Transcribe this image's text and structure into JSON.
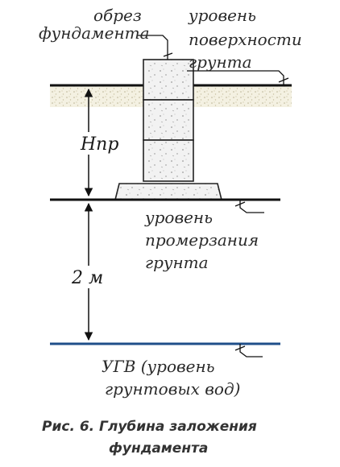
{
  "labels": {
    "footing_top_line1": "обрез",
    "footing_top_line2": "фундамента",
    "surface_line1": "уровень",
    "surface_line2": "поверхности",
    "surface_line3": "грунта",
    "freeze_line1": "уровень",
    "freeze_line2": "промерзания",
    "freeze_line3": "грунта",
    "gw_line1": "УГВ (уровень",
    "gw_line2": "грунтовых вод)"
  },
  "dimensions": {
    "depth_label": "Нпр",
    "gap_label": "2 м"
  },
  "caption": {
    "line1": "Рис. 6. Глубина заложения",
    "line2": "фундамента"
  },
  "colors": {
    "line": "#111111",
    "groundwater": "#1f4f8a",
    "soil_fill": "#f4f1e2",
    "concrete_fill": "#f2f2f2"
  }
}
